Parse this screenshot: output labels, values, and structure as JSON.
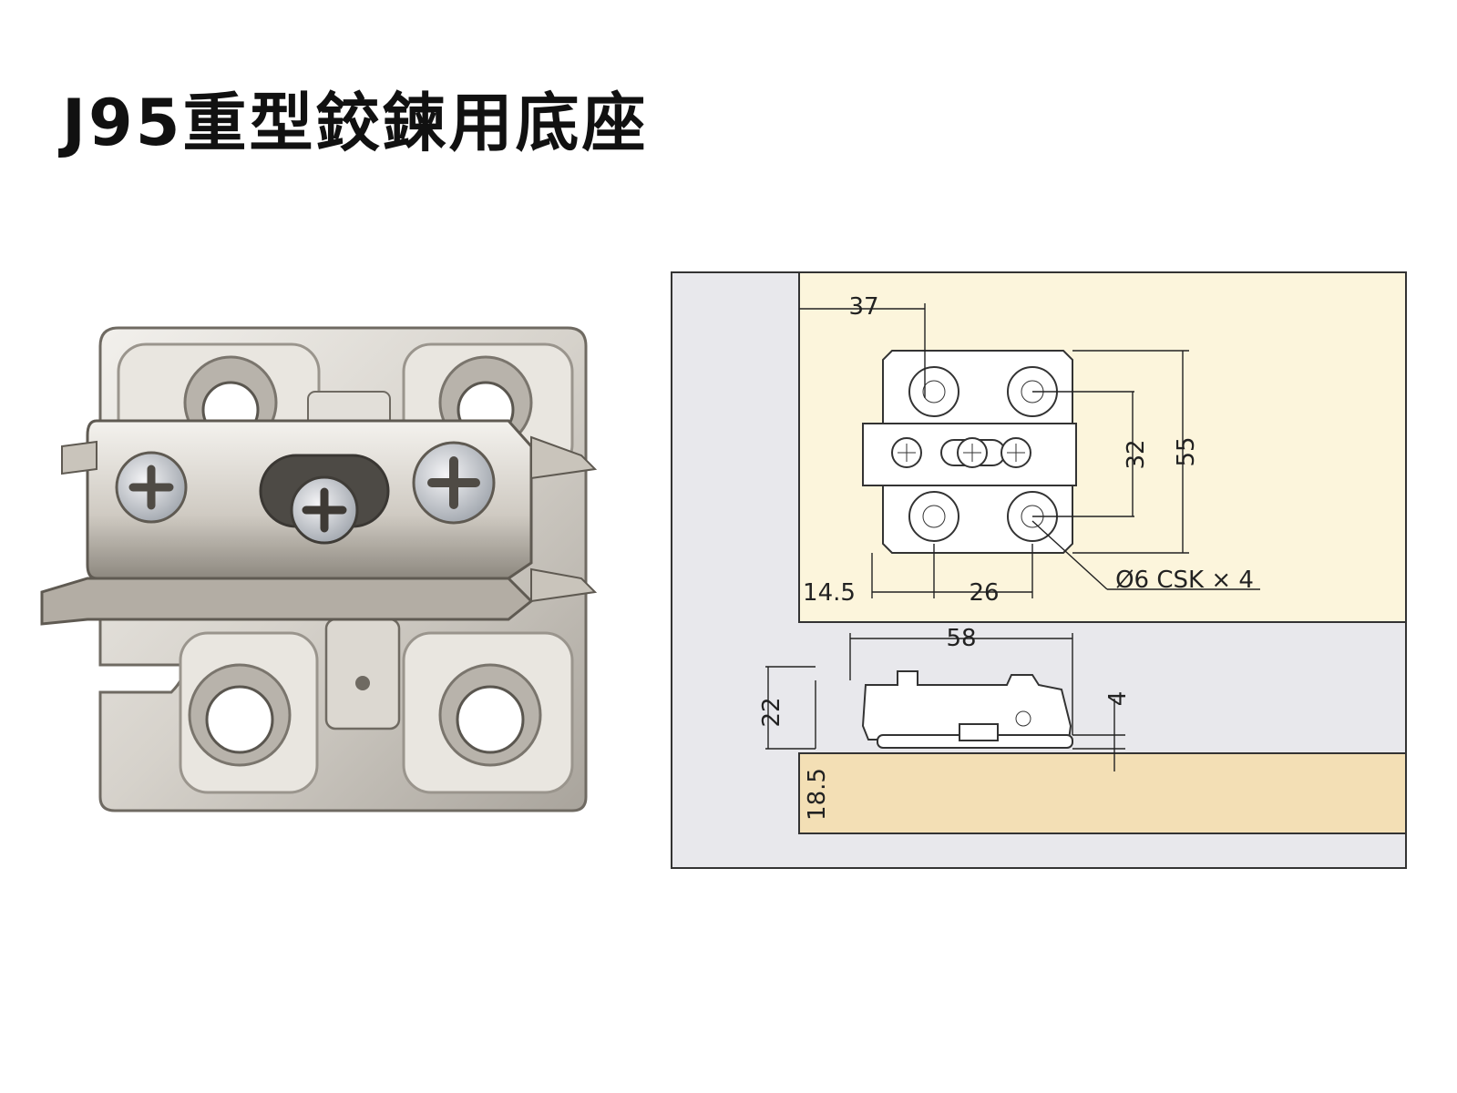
{
  "title": "J95重型鉸鍊用底座",
  "colors": {
    "cabinet_panel": "#fcf5dc",
    "board": "#f3dfb5",
    "background_panel": "#e8e8ec",
    "frame": "#333333",
    "metal": "#d9d6d0",
    "metal_dark": "#8f8b84"
  },
  "drawing": {
    "dimensions": {
      "top_offset": "37",
      "pitch_vertical": "32",
      "overall_height": "55",
      "left_offset": "14.5",
      "pitch_horizontal": "26",
      "hole_spec": "Ø6 CSK × 4",
      "side_length": "58",
      "side_height": "22",
      "side_gap": "4",
      "board_edge": "18.5"
    }
  }
}
